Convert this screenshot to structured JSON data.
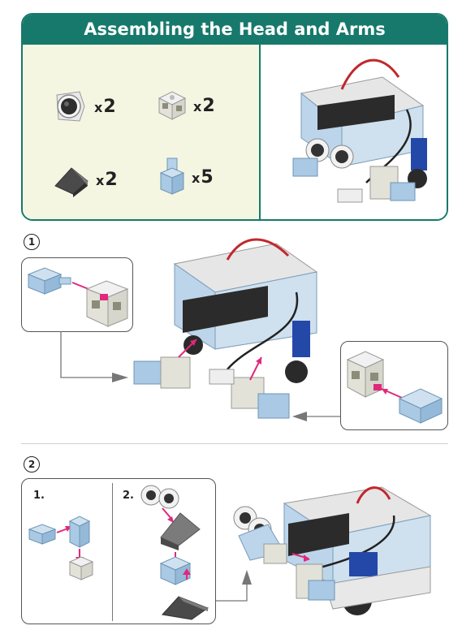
{
  "header": {
    "title": "Assembling the Head and Arms"
  },
  "parts": [
    {
      "icon": "ultrasonic-sensor-icon",
      "qty_x": "x",
      "qty": "2"
    },
    {
      "icon": "hub-block-icon",
      "qty_x": "x",
      "qty": "2"
    },
    {
      "icon": "wedge-block-icon",
      "qty_x": "x",
      "qty": "2"
    },
    {
      "icon": "connector-block-icon",
      "qty_x": "x",
      "qty": "5"
    }
  ],
  "steps": [
    {
      "number": "1"
    },
    {
      "number": "2",
      "substeps": [
        "1.",
        "2."
      ]
    }
  ],
  "colors": {
    "accent": "#17796b",
    "parts_bg": "#f5f6e2",
    "arrow": "#e0297a",
    "block_blue": "#a9c9e4",
    "block_grey": "#8c8c7a"
  }
}
